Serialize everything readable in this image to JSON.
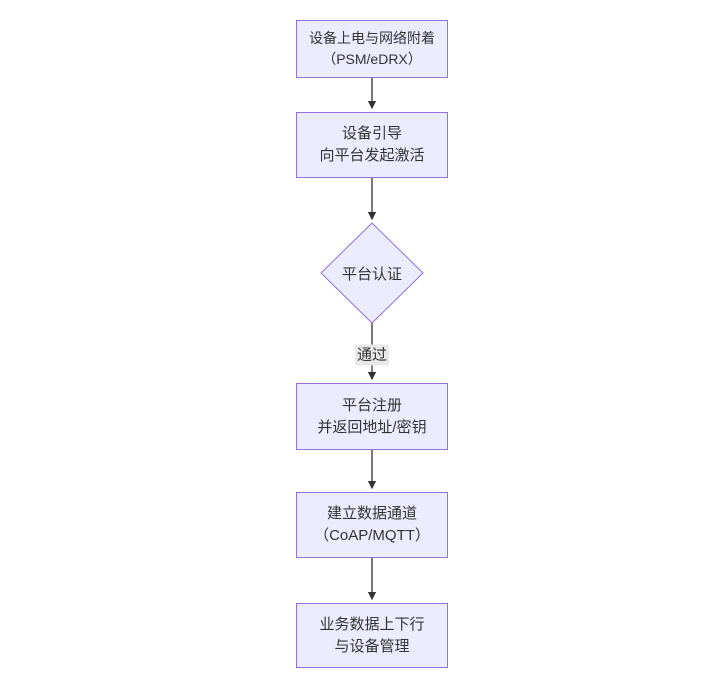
{
  "diagram": {
    "type": "flowchart",
    "direction": "top-down",
    "colors": {
      "background": "#ffffff",
      "node_fill": "#ECECFF",
      "node_border": "#9370DB",
      "arrow": "#333333",
      "text": "#333333",
      "edge_label_bg": "#e8e8e8"
    },
    "nodes": [
      {
        "id": "A",
        "shape": "rect",
        "lines": [
          "设备上电与网络附着",
          "（PSM/eDRX）"
        ]
      },
      {
        "id": "B",
        "shape": "rect",
        "lines": [
          "设备引导",
          "向平台发起激活"
        ]
      },
      {
        "id": "C",
        "shape": "diamond",
        "lines": [
          "平台认证"
        ]
      },
      {
        "id": "D",
        "shape": "rect",
        "lines": [
          "平台注册",
          "并返回地址/密钥"
        ]
      },
      {
        "id": "E",
        "shape": "rect",
        "lines": [
          "建立数据通道",
          "（CoAP/MQTT）"
        ]
      },
      {
        "id": "F",
        "shape": "rect",
        "lines": [
          "业务数据上下行",
          "与设备管理"
        ]
      }
    ],
    "edges": [
      {
        "from": "A",
        "to": "B",
        "label": ""
      },
      {
        "from": "B",
        "to": "C",
        "label": ""
      },
      {
        "from": "C",
        "to": "D",
        "label": "通过"
      },
      {
        "from": "D",
        "to": "E",
        "label": ""
      },
      {
        "from": "E",
        "to": "F",
        "label": ""
      }
    ]
  }
}
